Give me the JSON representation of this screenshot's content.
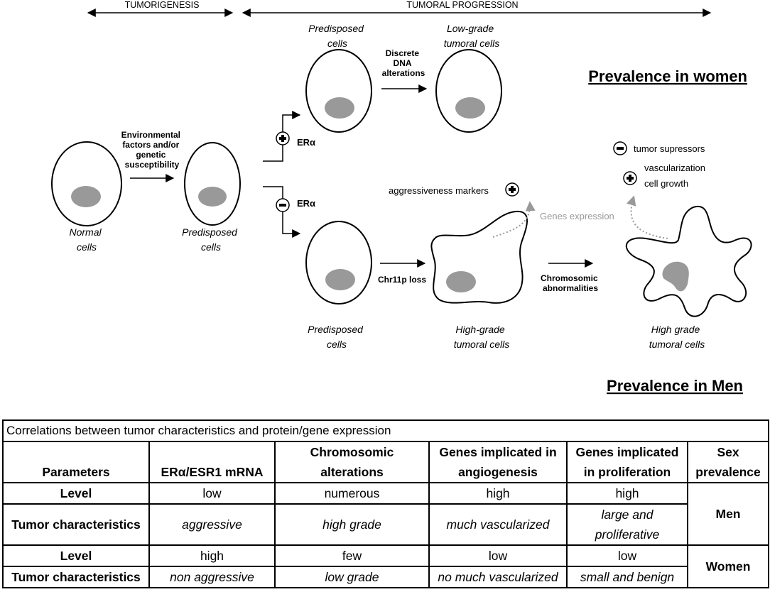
{
  "phases": {
    "tumorigenesis": "TUMORIGENESIS",
    "progression": "TUMORAL PROGRESSION"
  },
  "cells": {
    "normal": [
      "Normal",
      "cells"
    ],
    "predisposed_left": [
      "Predisposed",
      "cells"
    ],
    "predisposed_top": [
      "Predisposed",
      "cells"
    ],
    "lowgrade": [
      "Low-grade",
      "tumoral cells"
    ],
    "predisposed_bottom": [
      "Predisposed",
      "cells"
    ],
    "highgrade_mid": [
      "High-grade",
      "tumoral cells"
    ],
    "highgrade_right": [
      "High grade",
      "tumoral cells"
    ]
  },
  "arrows": {
    "environmental": [
      "Environmental",
      "factors and/or",
      "genetic",
      "susceptibility"
    ],
    "discrete": [
      "Discrete",
      "DNA",
      "alterations"
    ],
    "chr11p": "Chr11p loss",
    "chromosomic": [
      "Chromosomic",
      "abnormalities"
    ],
    "era_plus": "ERα",
    "era_minus": "ERα"
  },
  "gene_labels": {
    "aggressiveness": "aggressiveness markers",
    "genes_expression": "Genes expression",
    "tumor_supressors": "tumor supressors",
    "vascularization": "vascularization",
    "cell_growth": "cell growth"
  },
  "prevalence": {
    "women": "Prevalence in women",
    "men": "Prevalence in Men"
  },
  "table": {
    "caption": "Correlations between tumor characteristics and protein/gene expression",
    "headers": [
      "Parameters",
      "ERα/ESR1 mRNA",
      "Chromosomic alterations",
      "Genes implicated in angiogenesis",
      "Genes implicated in proliferation",
      "Sex prevalence"
    ],
    "rows": [
      {
        "param": "Level",
        "era": "low",
        "chrom": "numerous",
        "angio": "high",
        "prolif": "high"
      },
      {
        "param": "Tumor characteristics",
        "era": "aggressive",
        "chrom": "high grade",
        "angio": "much vascularized",
        "prolif": "large and proliferative"
      },
      {
        "param": "Level",
        "era": "high",
        "chrom": "few",
        "angio": "low",
        "prolif": "low"
      },
      {
        "param": "Tumor characteristics",
        "era": "non aggressive",
        "chrom": "low grade",
        "angio": "no much vascularized",
        "prolif": "small and benign"
      }
    ],
    "sex": [
      "Men",
      "Women"
    ]
  }
}
